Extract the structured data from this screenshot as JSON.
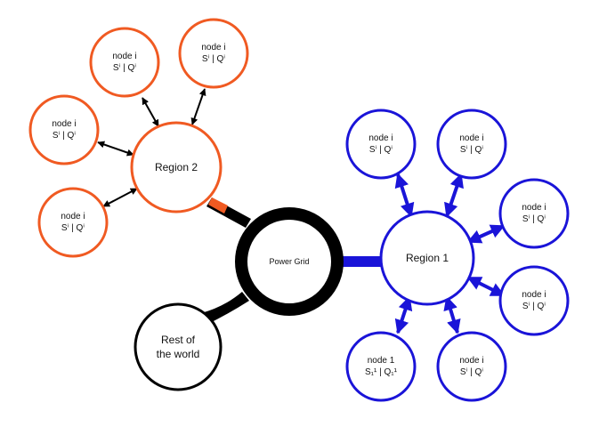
{
  "colors": {
    "region1": "#1a14d8",
    "region2": "#f05a22",
    "core": "#000000",
    "background": "#ffffff"
  },
  "core": {
    "label": "Power Grid"
  },
  "rest_of_world": {
    "line1": "Rest of",
    "line2": "the world"
  },
  "region1": {
    "label": "Region 1",
    "nodes": [
      {
        "id": "r1-n1",
        "line1": "node i",
        "formula": "Sⁱ | Qⁱ"
      },
      {
        "id": "r1-n2",
        "line1": "node i",
        "formula": "Sⁱ | Qⁱ"
      },
      {
        "id": "r1-n3",
        "line1": "node i",
        "formula": "Sⁱ | Qⁱ"
      },
      {
        "id": "r1-n4",
        "line1": "node i",
        "formula": "Sⁱ | Qⁱ"
      },
      {
        "id": "r1-n5",
        "line1": "node i",
        "formula": "Sⁱ | Qⁱ"
      },
      {
        "id": "r1-n6",
        "line1": "node 1",
        "formula": "S₁¹ | Q₁¹"
      }
    ]
  },
  "region2": {
    "label": "Region 2",
    "nodes": [
      {
        "id": "r2-n1",
        "line1": "node i",
        "formula": "Sⁱ | Qⁱ"
      },
      {
        "id": "r2-n2",
        "line1": "node i",
        "formula": "Sⁱ | Qⁱ"
      },
      {
        "id": "r2-n3",
        "line1": "node i",
        "formula": "Sⁱ | Qⁱ"
      },
      {
        "id": "r2-n4",
        "line1": "node i",
        "formula": "Sⁱ | Qⁱ"
      }
    ]
  }
}
